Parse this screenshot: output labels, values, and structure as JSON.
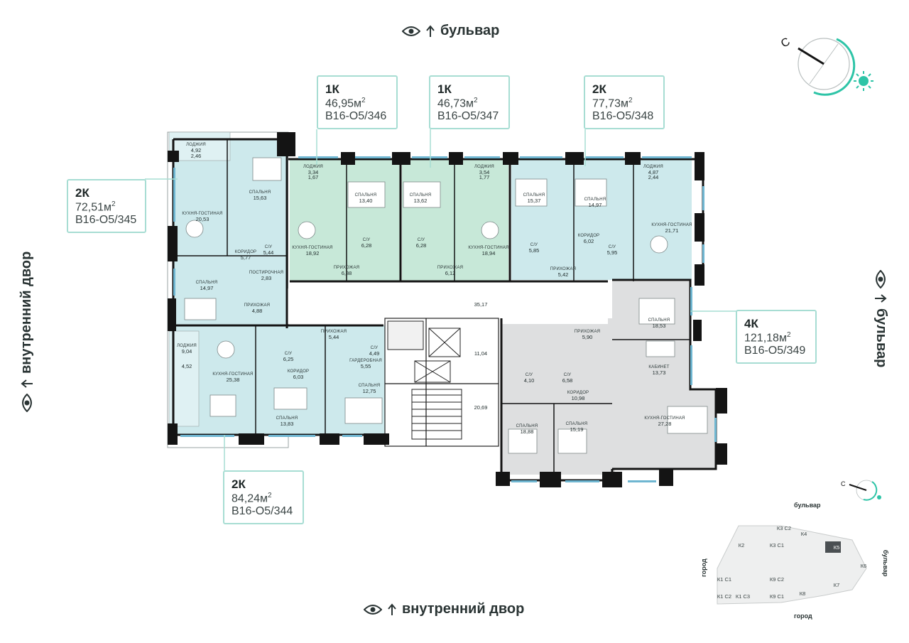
{
  "directions": {
    "top": "бульвар",
    "bottom": "внутренний двор",
    "left": "внутренний двор",
    "right": "бульвар"
  },
  "compass": {
    "letter": "С"
  },
  "icons": [
    "eye-icon",
    "arrow-up-icon",
    "sun-icon"
  ],
  "colors": {
    "accent": "#2ec4a7",
    "apt_blue": "#cde9ec",
    "apt_green": "#c7e8d8",
    "apt_grey": "#dedfe0",
    "wall": "#141414",
    "card_border": "#a7ddd3"
  },
  "apartments": [
    {
      "rooms": "2К",
      "area": "72,51м",
      "code": "В16-О5/345"
    },
    {
      "rooms": "1К",
      "area": "46,95м",
      "code": "В16-О5/346"
    },
    {
      "rooms": "1К",
      "area": "46,73м",
      "code": "В16-О5/347"
    },
    {
      "rooms": "2К",
      "area": "77,73м",
      "code": "В16-О5/348"
    },
    {
      "rooms": "4К",
      "area": "121,18м",
      "code": "В16-О5/349"
    },
    {
      "rooms": "2К",
      "area": "84,24м",
      "code": "В16-О5/344"
    }
  ],
  "area_unit_sup": "2",
  "rooms": [
    {
      "name": "ЛОДЖИЯ",
      "area": "4,92"
    },
    {
      "name": "",
      "area": "2,46"
    },
    {
      "name": "СПАЛЬНЯ",
      "area": "15,63"
    },
    {
      "name": "КУХНЯ-ГОСТИНАЯ",
      "area": "20,53"
    },
    {
      "name": "С/У",
      "area": "5,44"
    },
    {
      "name": "КОРИДОР",
      "area": "5,77"
    },
    {
      "name": "ПОСТИРОЧНАЯ",
      "area": "2,83"
    },
    {
      "name": "СПАЛЬНЯ",
      "area": "14,97"
    },
    {
      "name": "ПРИХОЖАЯ",
      "area": "4,88"
    },
    {
      "name": "ЛОДЖИЯ",
      "area": "3,34"
    },
    {
      "name": "",
      "area": "1,67"
    },
    {
      "name": "КУХНЯ-ГОСТИНАЯ",
      "area": "18,92"
    },
    {
      "name": "СПАЛЬНЯ",
      "area": "13,40"
    },
    {
      "name": "С/У",
      "area": "6,28"
    },
    {
      "name": "ПРИХОЖАЯ",
      "area": "6,88"
    },
    {
      "name": "СПАЛЬНЯ",
      "area": "13,62"
    },
    {
      "name": "С/У",
      "area": "6,28"
    },
    {
      "name": "ПРИХОЖАЯ",
      "area": "6,12"
    },
    {
      "name": "ЛОДЖИЯ",
      "area": "3,54"
    },
    {
      "name": "",
      "area": "1,77"
    },
    {
      "name": "КУХНЯ-ГОСТИНАЯ",
      "area": "18,94"
    },
    {
      "name": "СПАЛЬНЯ",
      "area": "15,37"
    },
    {
      "name": "С/У",
      "area": "5,85"
    },
    {
      "name": "ПРИХОЖАЯ",
      "area": "5,42"
    },
    {
      "name": "СПАЛЬНЯ",
      "area": "14,97"
    },
    {
      "name": "КОРИДОР",
      "area": "6,02"
    },
    {
      "name": "С/У",
      "area": "5,95"
    },
    {
      "name": "ЛОДЖИЯ",
      "area": "4,87"
    },
    {
      "name": "",
      "area": "2,44"
    },
    {
      "name": "КУХНЯ-ГОСТИНАЯ",
      "area": "21,71"
    },
    {
      "name": "",
      "area": "35,17"
    },
    {
      "name": "СПАЛЬНЯ",
      "area": "18,53"
    },
    {
      "name": "ПРИХОЖАЯ",
      "area": "5,90"
    },
    {
      "name": "КАБИНЕТ",
      "area": "13,73"
    },
    {
      "name": "С/У",
      "area": "4,10"
    },
    {
      "name": "С/У",
      "area": "6,58"
    },
    {
      "name": "КОРИДОР",
      "area": "10,98"
    },
    {
      "name": "СПАЛЬНЯ",
      "area": "18,88"
    },
    {
      "name": "СПАЛЬНЯ",
      "area": "15,19"
    },
    {
      "name": "КУХНЯ-ГОСТИНАЯ",
      "area": "27,28"
    },
    {
      "name": "",
      "area": "11,04"
    },
    {
      "name": "",
      "area": "20,69"
    },
    {
      "name": "ЛОДЖИЯ",
      "area": "9,04"
    },
    {
      "name": "",
      "area": "4,52"
    },
    {
      "name": "КУХНЯ-ГОСТИНАЯ",
      "area": "25,38"
    },
    {
      "name": "С/У",
      "area": "6,25"
    },
    {
      "name": "КОРИДОР",
      "area": "6,03"
    },
    {
      "name": "ПРИХОЖАЯ",
      "area": "5,44"
    },
    {
      "name": "С/У",
      "area": "4,49"
    },
    {
      "name": "ГАРДЕРОБНАЯ",
      "area": "5,55"
    },
    {
      "name": "СПАЛЬНЯ",
      "area": "12,75"
    },
    {
      "name": "СПАЛЬНЯ",
      "area": "13,83"
    }
  ],
  "site_map": {
    "top_label": "бульвар",
    "bottom_label": "город",
    "left_label": "город",
    "right_label": "бульвар",
    "blocks": [
      "К3 С2",
      "К4",
      "К5",
      "К2",
      "К3 С1",
      "К6",
      "К1 С1",
      "К9 С2",
      "К7",
      "К1 С2",
      "К1 С3",
      "К9 С1",
      "К8"
    ]
  }
}
